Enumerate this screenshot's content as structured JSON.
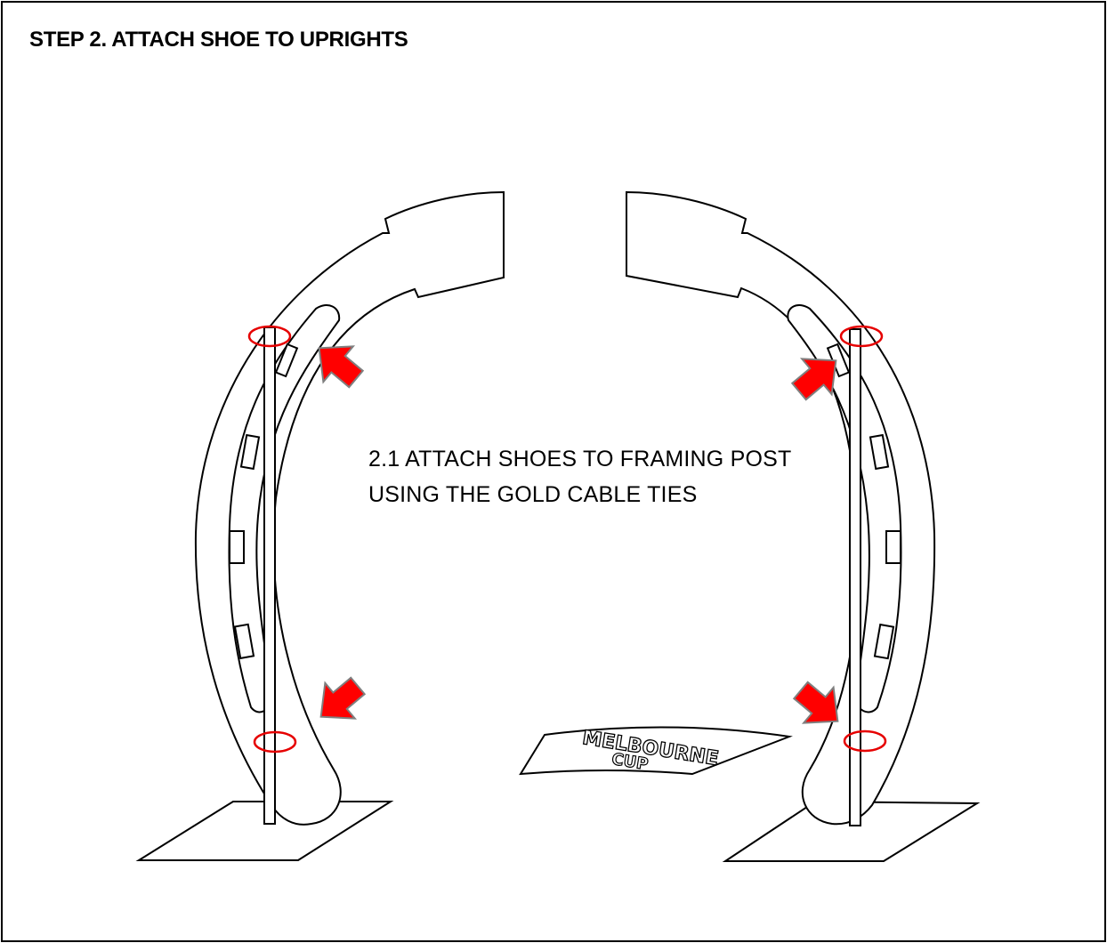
{
  "title": "STEP 2. ATTACH SHOE TO UPRIGHTS",
  "instruction": {
    "line1": "2.1 ATTACH SHOES TO FRAMING POST",
    "line2": "USING THE GOLD CABLE TIES"
  },
  "banner": {
    "line1": "MELBOURNE",
    "line2": "CUP"
  },
  "colors": {
    "stroke": "#000000",
    "arrow_fill": "#ff0000",
    "arrow_outline": "#7f7f7f",
    "cable_tie": "#e60000"
  }
}
